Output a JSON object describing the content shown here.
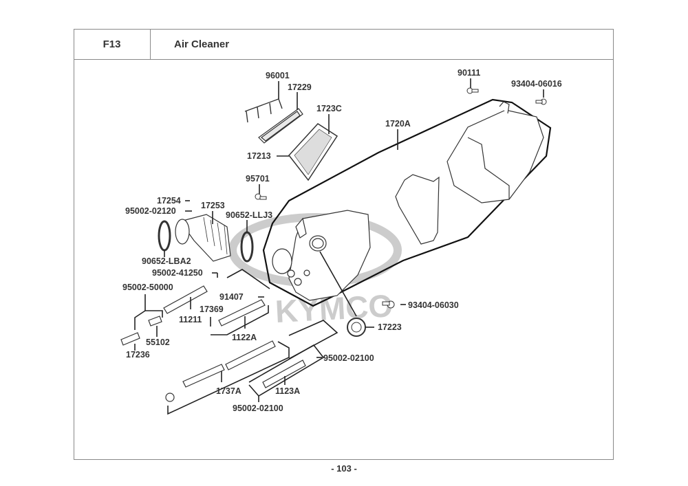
{
  "header": {
    "section_code": "F13",
    "title": "Air Cleaner"
  },
  "footer": {
    "page_number": "- 103 -"
  },
  "watermark": {
    "text": "KYMCO",
    "color": "#c8c8c8"
  },
  "parts": [
    {
      "id": "96001"
    },
    {
      "id": "17229"
    },
    {
      "id": "1723C"
    },
    {
      "id": "17213"
    },
    {
      "id": "1720A"
    },
    {
      "id": "90111"
    },
    {
      "id": "93404-06016"
    },
    {
      "id": "95701"
    },
    {
      "id": "17254"
    },
    {
      "id": "95002-02120"
    },
    {
      "id": "17253"
    },
    {
      "id": "90652-LLJ3"
    },
    {
      "id": "90652-LBA2"
    },
    {
      "id": "95002-41250"
    },
    {
      "id": "95002-50000"
    },
    {
      "id": "91407"
    },
    {
      "id": "17369"
    },
    {
      "id": "11211"
    },
    {
      "id": "1122A"
    },
    {
      "id": "55102"
    },
    {
      "id": "17236"
    },
    {
      "id": "93404-06030"
    },
    {
      "id": "17223"
    },
    {
      "id": "95002-02100"
    },
    {
      "id": "1737A"
    },
    {
      "id": "1123A"
    },
    {
      "id": "95002-02100"
    }
  ]
}
